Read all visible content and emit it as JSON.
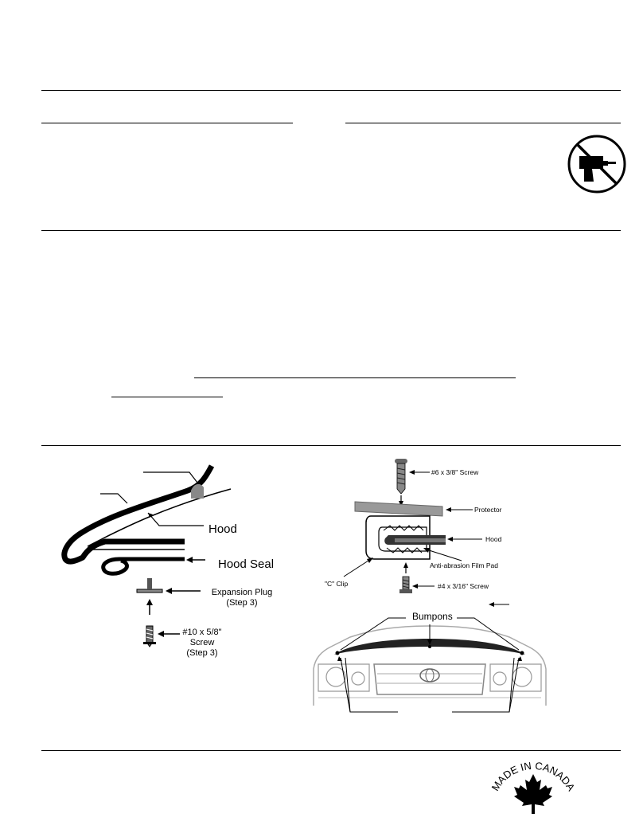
{
  "hood_diagram": {
    "hood_label": "Hood",
    "hood_seal_label": "Hood Seal",
    "expansion_plug_label": "Expansion Plug",
    "expansion_plug_step": "(Step 3)",
    "screw_size": "#10 x 5/8\"",
    "screw_word": "Screw",
    "screw_step": "(Step 3)"
  },
  "clip_diagram": {
    "top_screw_label": "#6 x 3/8\" Screw",
    "protector_label": "Protector",
    "hood_label": "Hood",
    "film_pad_label": "Anti-abrasion Film Pad",
    "c_clip_label": "\"C\" Clip",
    "bottom_screw_label": "#4 x 3/16\" Screw"
  },
  "vehicle_diagram": {
    "bumpons_label": "Bumpons"
  },
  "footer": {
    "made_in_canada": "MADE IN CANADA"
  },
  "icons": [
    "no-drill-icon",
    "maple-leaf-icon"
  ]
}
